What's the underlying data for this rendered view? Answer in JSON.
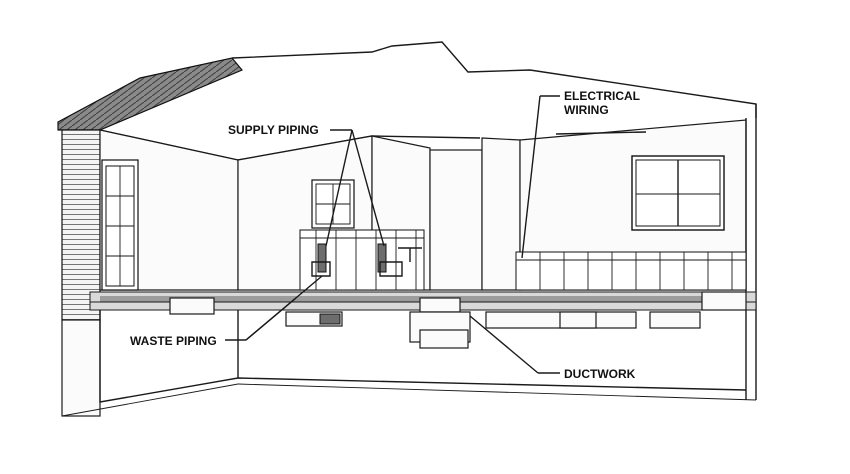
{
  "labels": {
    "supply_piping": "SUPPLY PIPING",
    "electrical_line1": "ELECTRICAL",
    "electrical_line2": "WIRING",
    "waste_piping": "WASTE PIPING",
    "ductwork": "DUCTWORK"
  }
}
